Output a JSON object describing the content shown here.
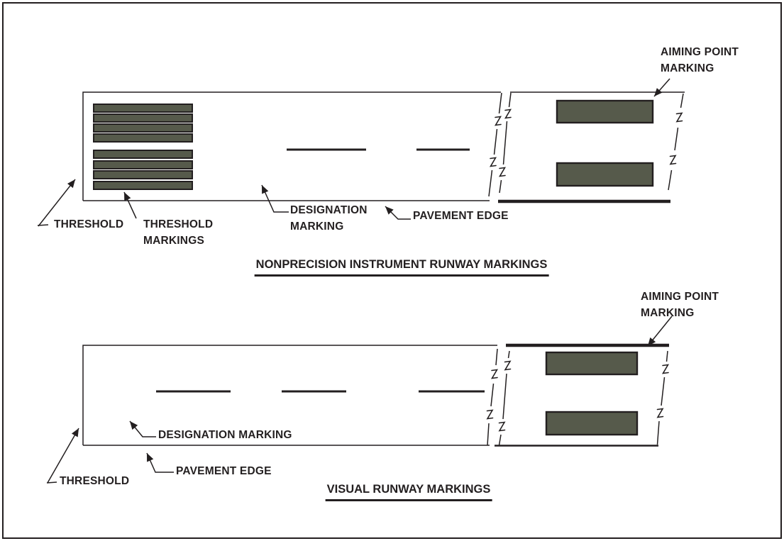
{
  "colors": {
    "line": "#231f20",
    "marking_fill": "#565a4b",
    "background": "#ffffff"
  },
  "diagrams": {
    "nonprecision": {
      "title": "NONPRECISION INSTRUMENT RUNWAY MARKINGS",
      "threshold_bar_count": 8,
      "aiming_point_bar_count": 2,
      "centerline_dash_count": 2,
      "labels": {
        "threshold": "THRESHOLD",
        "threshold_markings": "THRESHOLD\nMARKINGS",
        "designation_marking": "DESIGNATION\nMARKING",
        "pavement_edge": "PAVEMENT EDGE",
        "aiming_point": "AIMING POINT\nMARKING"
      }
    },
    "visual": {
      "title": "VISUAL RUNWAY MARKINGS",
      "aiming_point_bar_count": 2,
      "centerline_dash_count": 3,
      "labels": {
        "threshold": "THRESHOLD",
        "designation_marking": "DESIGNATION MARKING",
        "pavement_edge": "PAVEMENT EDGE",
        "aiming_point": "AIMING POINT\nMARKING"
      }
    }
  }
}
